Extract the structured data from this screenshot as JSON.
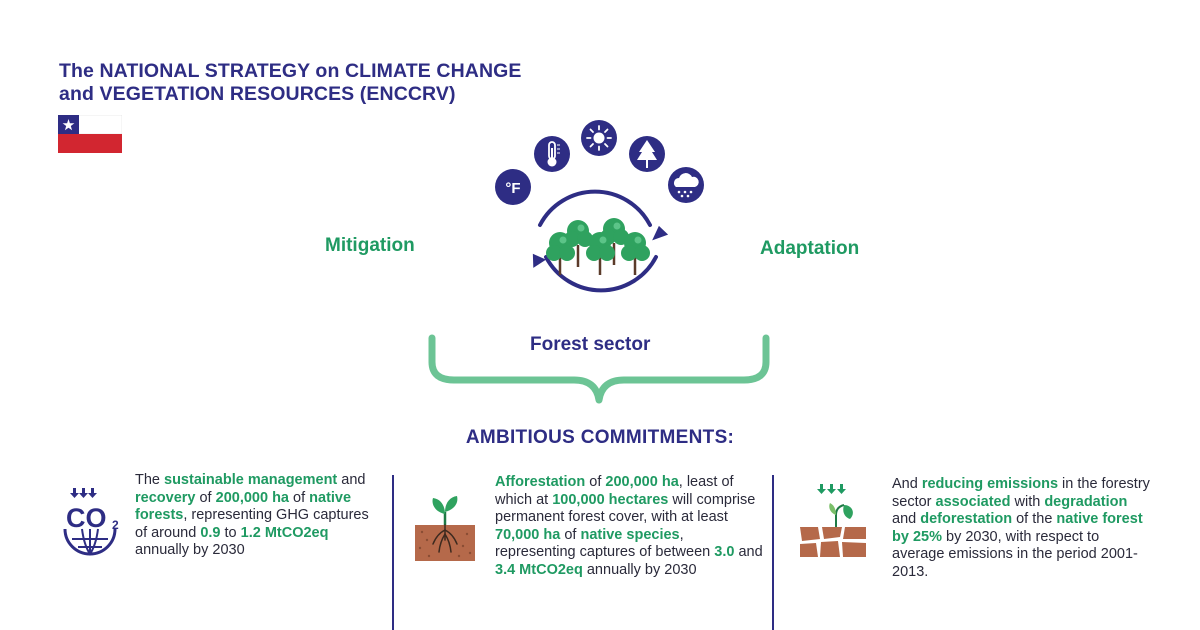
{
  "title": {
    "line1": "The NATIONAL STRATEGY on CLIMATE CHANGE",
    "line2": "and VEGETATION RESOURCES (ENCCRV)"
  },
  "diagram": {
    "mitigation": "Mitigation",
    "adaptation": "Adaptation",
    "forest_sector": "Forest sector",
    "fahrenheit_label": "°F",
    "icons": [
      "fahrenheit-icon",
      "thermometer-icon",
      "sun-icon",
      "tree-icon",
      "rain-cloud-icon",
      "forest-icon",
      "cycle-arrows-icon"
    ]
  },
  "commitments_heading": "AMBITIOUS COMMITMENTS:",
  "commitments": [
    {
      "icon": "co2-globe-icon",
      "co2_label": "CO",
      "co2_sub": "2",
      "parts": [
        {
          "t": "The ",
          "h": false
        },
        {
          "t": "sustainable management",
          "h": true
        },
        {
          "t": " and ",
          "h": false
        },
        {
          "t": "recovery",
          "h": true
        },
        {
          "t": " of ",
          "h": false
        },
        {
          "t": "200,000 ha",
          "h": true
        },
        {
          "t": " of ",
          "h": false
        },
        {
          "t": "native forests",
          "h": true
        },
        {
          "t": ", representing GHG captures of around ",
          "h": false
        },
        {
          "t": "0.9",
          "h": true
        },
        {
          "t": " to ",
          "h": false
        },
        {
          "t": "1.2 MtCO2eq",
          "h": true
        },
        {
          "t": " annually by 2030",
          "h": false
        }
      ]
    },
    {
      "icon": "sprout-soil-icon",
      "parts": [
        {
          "t": "Afforestation",
          "h": true
        },
        {
          "t": " of ",
          "h": false
        },
        {
          "t": "200,000 ha",
          "h": true
        },
        {
          "t": ", least of which at ",
          "h": false
        },
        {
          "t": "100,000 hectares",
          "h": true
        },
        {
          "t": " will comprise permanent forest cover, with at least ",
          "h": false
        },
        {
          "t": "70,000 ha",
          "h": true
        },
        {
          "t": " of ",
          "h": false
        },
        {
          "t": "native species",
          "h": true
        },
        {
          "t": ", representing captures of between ",
          "h": false
        },
        {
          "t": "3.0",
          "h": true
        },
        {
          "t": " and ",
          "h": false
        },
        {
          "t": "3.4 MtCO2eq",
          "h": true
        },
        {
          "t": " annually by 2030",
          "h": false
        }
      ]
    },
    {
      "icon": "degraded-soil-icon",
      "parts": [
        {
          "t": "And ",
          "h": false
        },
        {
          "t": "reducing emissions",
          "h": true
        },
        {
          "t": " in the forestry sector ",
          "h": false
        },
        {
          "t": "associated",
          "h": true
        },
        {
          "t": " with ",
          "h": false
        },
        {
          "t": "degradation",
          "h": true
        },
        {
          "t": " and ",
          "h": false
        },
        {
          "t": "deforestation",
          "h": true
        },
        {
          "t": " of the ",
          "h": false
        },
        {
          "t": "native forest by 25%",
          "h": true
        },
        {
          "t": " by 2030, with respect to average emissions in the period 2001-2013.",
          "h": false
        }
      ]
    }
  ],
  "colors": {
    "navy": "#2e2d84",
    "green": "#1f9a62",
    "light_green": "#6cc495",
    "flag_red": "#d22630",
    "soil_brown": "#b5694a"
  }
}
